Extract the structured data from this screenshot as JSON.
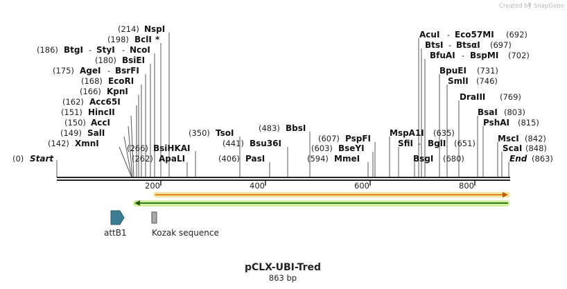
{
  "credit": {
    "text": "Created by",
    "brand": "SnapGene"
  },
  "sequence": {
    "name": "pCLX-UBI-Tred",
    "length_label": "863 bp",
    "length": 863
  },
  "ruler": {
    "ticks": [
      "200",
      "400",
      "600",
      "800"
    ]
  },
  "sites": [
    {
      "name": "NspI",
      "pos": "(214)"
    },
    {
      "name": "BclI",
      "pos": "(198)",
      "mark": "*"
    },
    {
      "name": "BtgI",
      "sep": "-",
      "name2": "StyI",
      "sep2": "-",
      "name3": "NcoI",
      "pos": "(186)"
    },
    {
      "name": "BsiEI",
      "pos": "(180)"
    },
    {
      "name": "AgeI",
      "sep": "-",
      "name2": "BsrFI",
      "pos": "(175)"
    },
    {
      "name": "EcoRI",
      "pos": "(168)"
    },
    {
      "name": "KpnI",
      "pos": "(166)"
    },
    {
      "name": "Acc65I",
      "pos": "(162)"
    },
    {
      "name": "HincII",
      "pos": "(151)"
    },
    {
      "name": "AccI",
      "pos": "(150)"
    },
    {
      "name": "SalI",
      "pos": "(149)"
    },
    {
      "name": "XmnI",
      "pos": "(142)"
    },
    {
      "name": "BsiHKAI",
      "pos": "(266)"
    },
    {
      "name": "ApaLI",
      "pos": "(262)"
    },
    {
      "name": "Start",
      "pos": "(0)"
    },
    {
      "name": "TsoI",
      "pos": "(350)"
    },
    {
      "name": "Bsu36I",
      "pos": "(441)"
    },
    {
      "name": "PasI",
      "pos": "(406)"
    },
    {
      "name": "BbsI",
      "pos": "(483)"
    },
    {
      "name": "PspFI",
      "pos": "(607)"
    },
    {
      "name": "BseYI",
      "pos": "(603)"
    },
    {
      "name": "MmeI",
      "pos": "(594)"
    },
    {
      "name": "AcuI",
      "sep": "-",
      "name2": "Eco57MI",
      "pos": "(692)"
    },
    {
      "name": "BtsI",
      "sep": "-",
      "name2": "BtsαI",
      "pos": "(697)"
    },
    {
      "name": "BfuAI",
      "sep": "-",
      "name2": "BspMI",
      "pos": "(702)"
    },
    {
      "name": "BpuEI",
      "pos": "(731)"
    },
    {
      "name": "SmlI",
      "pos": "(746)"
    },
    {
      "name": "DraIII",
      "pos": "(769)"
    },
    {
      "name": "MspA1I",
      "pos": "(635)"
    },
    {
      "name": "SfiI",
      "sep": "-",
      "name2": "BglI",
      "pos": "(651)"
    },
    {
      "name": "BsgI",
      "pos": "(680)"
    },
    {
      "name": "BsaI",
      "pos": "(803)"
    },
    {
      "name": "PshAI",
      "pos": "(815)"
    },
    {
      "name": "MscI",
      "pos": "(842)"
    },
    {
      "name": "ScaI",
      "pos": "(848)"
    },
    {
      "name": "End",
      "pos": "(863)"
    }
  ],
  "features": [
    {
      "name": "attB1",
      "color": "#3d7d93"
    },
    {
      "name": "Kozak sequence",
      "color": "#a7a9ad"
    }
  ],
  "tracks": [
    {
      "kind": "orange-arrow-right",
      "color": "#e0801e",
      "glow": "#f3e6a0"
    },
    {
      "kind": "green-arrow-left",
      "color": "#2d7d19",
      "glow": "#d4ef9b"
    }
  ]
}
